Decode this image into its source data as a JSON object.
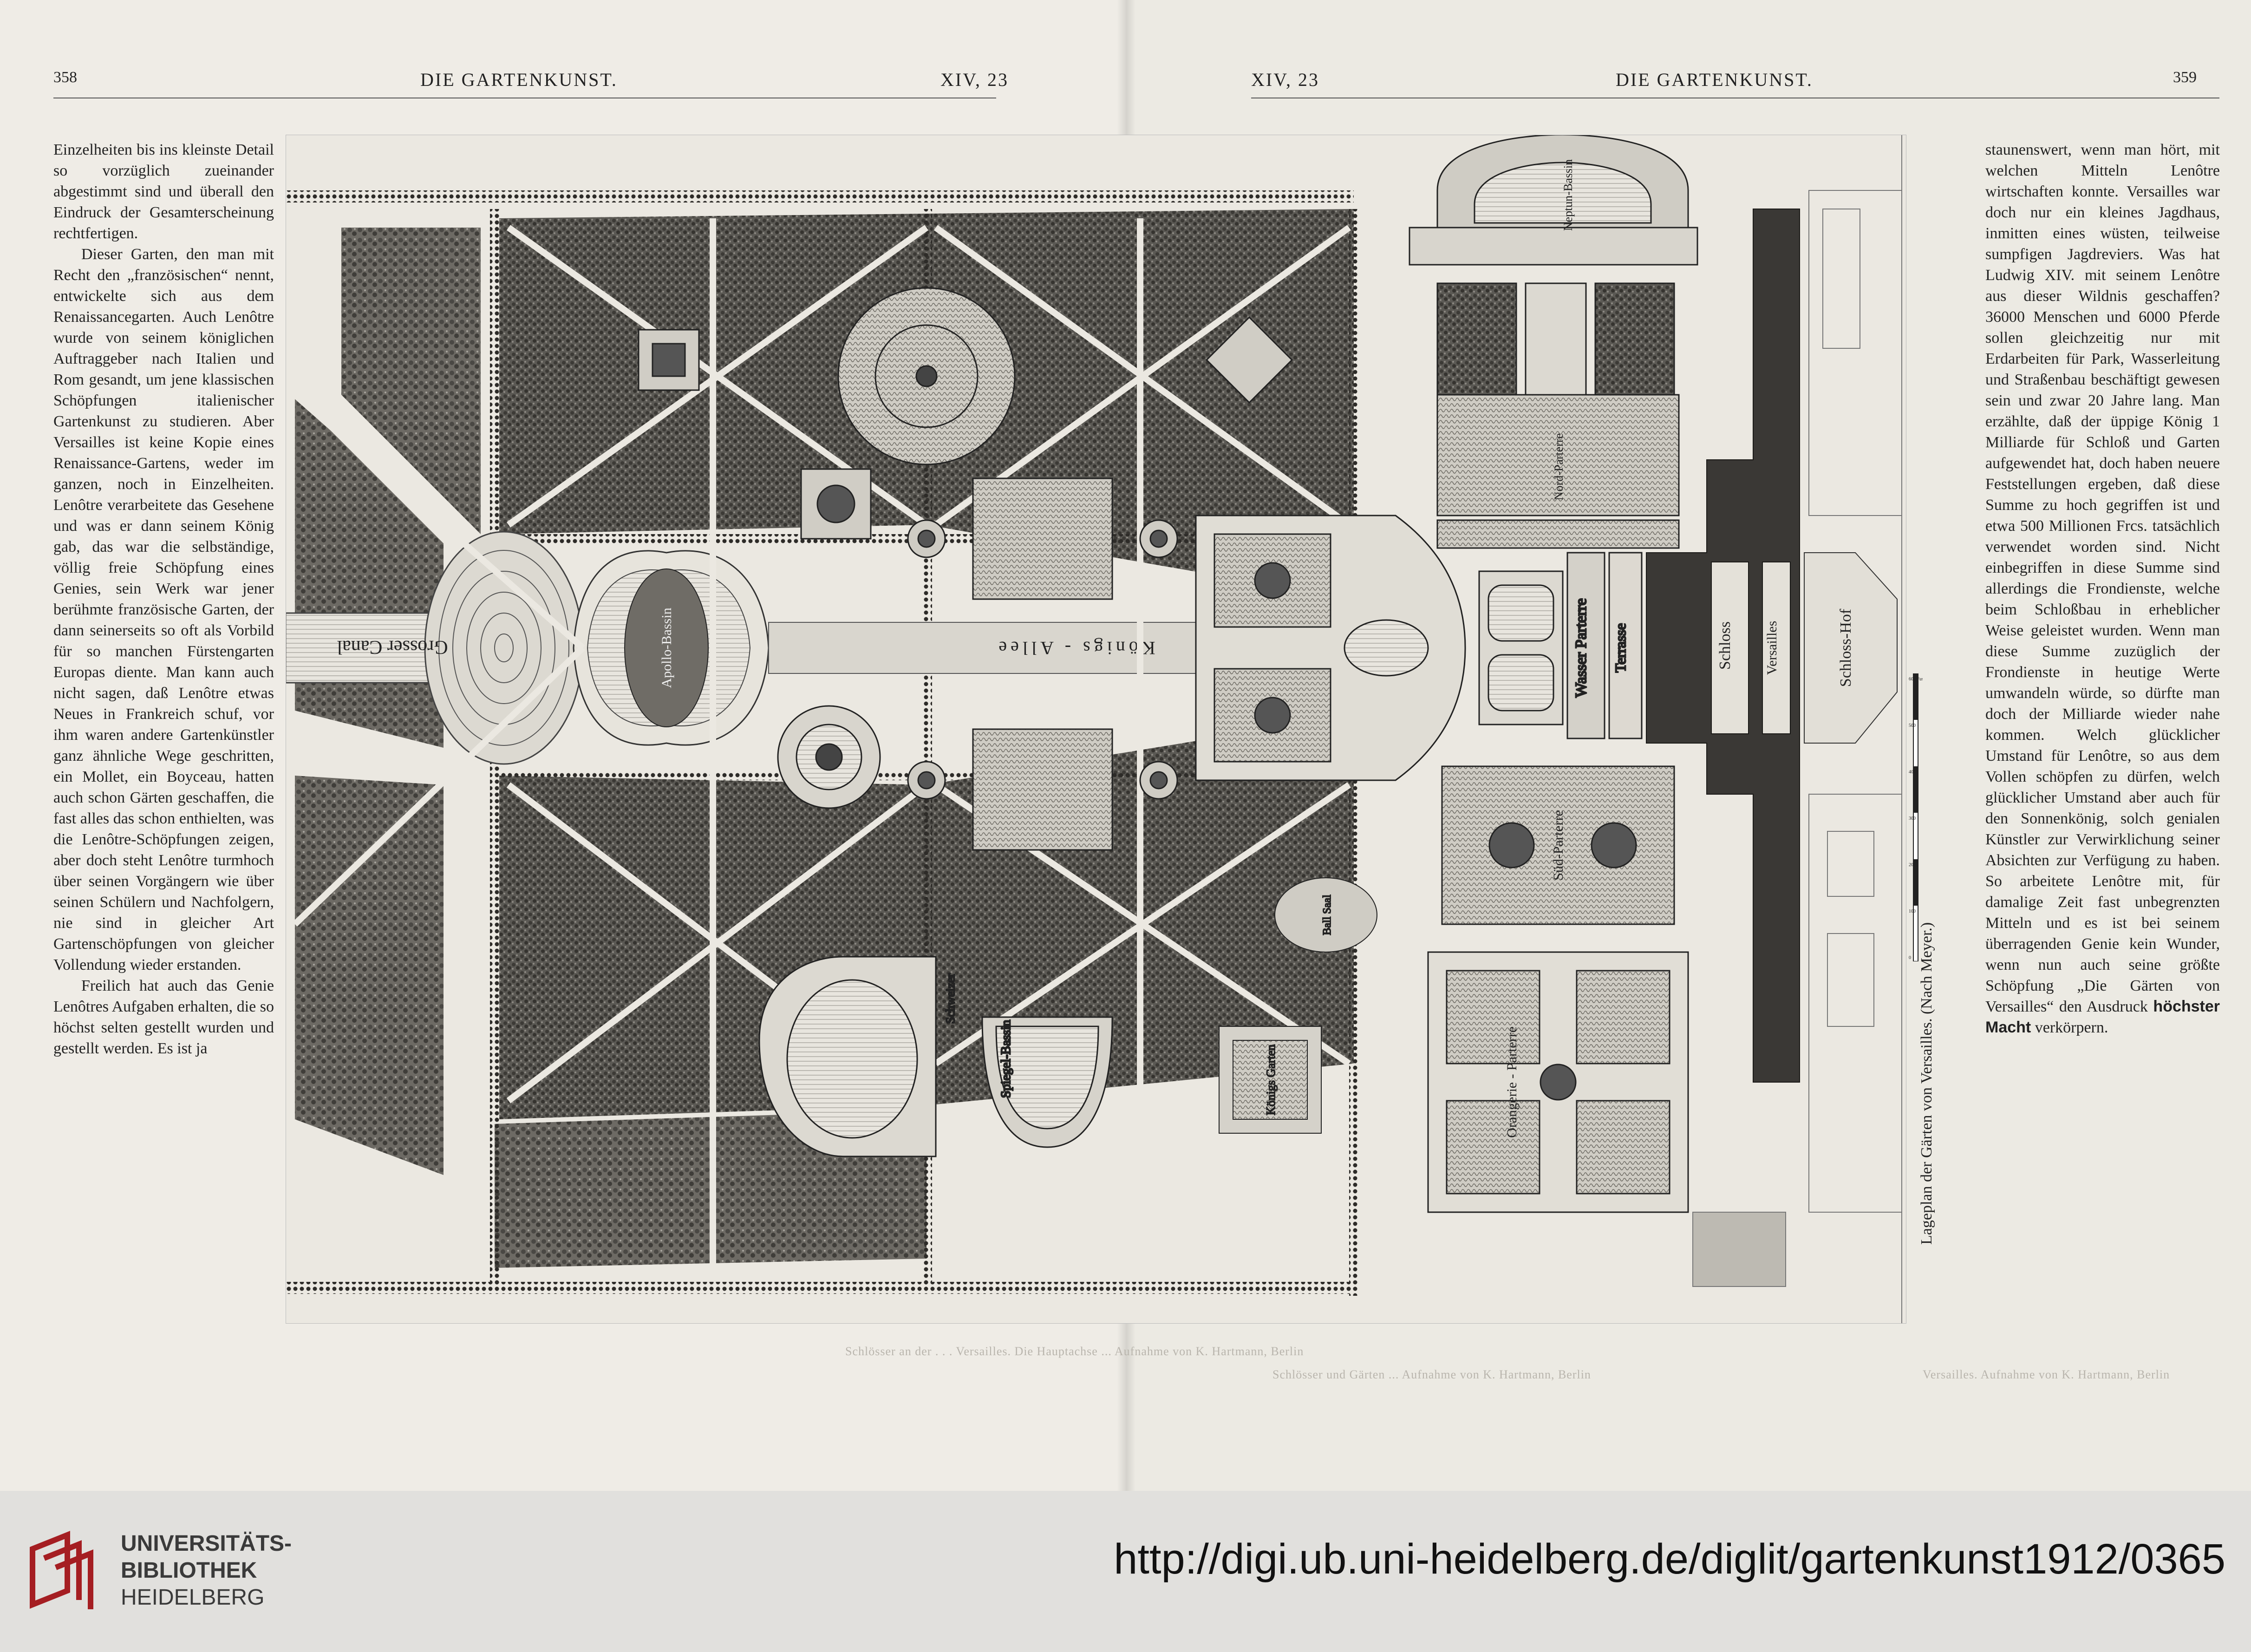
{
  "left_page": {
    "page_number": "358",
    "journal": "DIE GARTENKUNST.",
    "issue": "XIV, 23",
    "paragraphs": [
      "Einzelheiten bis ins kleinste Detail so vorzüglich zueinander abgestimmt sind und überall den Eindruck der Gesamterscheinung rechtfertigen.",
      "Dieser Garten, den man mit Recht den „französischen“ nennt, entwickelte sich aus dem Renaissancegarten. Auch Lenôtre wurde von seinem königlichen Auftraggeber nach Italien und Rom gesandt, um jene klassischen Schöpfungen italienischer Gartenkunst zu studieren. Aber Versailles ist keine Kopie eines Renaissance-Gartens, weder im ganzen, noch in Einzelheiten. Lenôtre verarbeitete das Gesehene und was er dann seinem König gab, das war die selbständige, völlig freie Schöpfung eines Genies, sein Werk war jener berühmte französische Garten, der dann seinerseits so oft als Vorbild für so manchen Fürstengarten Europas diente. Man kann auch nicht sagen, daß Lenôtre etwas Neues in Frankreich schuf, vor ihm waren andere Gartenkünstler ganz ähnliche Wege geschritten, ein Mollet, ein Boyceau, hatten auch schon Gärten geschaffen, die fast alles das schon enthielten, was die Lenôtre-Schöpfungen zeigen, aber doch steht Lenôtre turmhoch über seinen Vorgängern wie über seinen Schülern und Nachfolgern, nie sind in gleicher Art Gartenschöpfungen von gleicher Vollendung wieder erstanden.",
      "Freilich hat auch das Genie Lenôtres Aufgaben erhalten, die so höchst selten gestellt wurden und gestellt werden. Es ist ja"
    ]
  },
  "right_page": {
    "page_number": "359",
    "journal": "DIE GARTENKUNST.",
    "issue": "XIV, 23",
    "text_before_bold": "staunenswert, wenn man hört, mit welchen Mitteln Lenôtre wirtschaften konnte. Versailles war doch nur ein kleines Jagdhaus, inmitten eines wüsten, teilweise sumpfigen Jagdreviers. Was hat Ludwig XIV. mit seinem Lenôtre aus dieser Wildnis geschaffen? 36000 Menschen und 6000 Pferde sollen gleichzeitig nur mit Erdarbeiten für Park, Wasserleitung und Straßenbau beschäftigt gewesen sein und zwar 20 Jahre lang. Man erzählte, daß der üppige König 1 Milliarde für Schloß und Garten aufgewendet hat, doch haben neuere Feststellungen ergeben, daß diese Summe zu hoch gegriffen ist und etwa 500 Millionen Frcs. tatsächlich verwendet worden sind. Nicht einbegriffen in diese Summe sind allerdings die Frondienste, welche beim Schloßbau in erheblicher Weise geleistet wurden. Wenn man diese Summe zuzüglich der Frondienste in heutige Werte umwandeln würde, so dürfte man doch der Milliarde wieder nahe kommen. Welch glücklicher Umstand für Lenôtre, so aus dem Vollen schöpfen zu dürfen, welch glücklicher Umstand aber auch für den Sonnenkönig, solch genialen Künstler zur Verwirklichung seiner Absichten zur Verfügung zu haben. So arbeitete Lenôtre mit, für damalige Zeit fast unbegrenzten Mitteln und es ist bei seinem überragenden Genie kein Wunder, wenn nun auch seine größte Schöpfung „Die Gärten von Versailles“ den Ausdruck",
    "bold_text": "höchster Macht",
    "text_after_bold": "verkörpern."
  },
  "plan": {
    "caption": "Lageplan der Gärten von Versailles. (Nach Meyer.)",
    "scale_unit": "Fuss",
    "scale_ticks": [
      "0",
      "100",
      "200",
      "300",
      "400",
      "500",
      "600 Fuss"
    ],
    "labels": {
      "grosser_canal": "Grosser Canal",
      "apollo_bassin": "Apollo-Bassin",
      "koenigs_allee": "Königs - Allee",
      "wasser_parterre": "Wasser Parterre",
      "terrasse": "Terrasse",
      "schloss": "Schloss",
      "versailles": "Versailles",
      "schloss_hof": "Schloss-Hof",
      "sued_parterre": "Süd-Parterre",
      "orangerie_parterre": "Orangerie - Parterre",
      "neptun_bassin": "Neptun-Bassin",
      "nord_parterre": "Nord-Parterre",
      "ball_saal": "Ball Saal",
      "koenigs_garten": "Königs Garten",
      "spiegel_bassin": "Spiegel-Bassin",
      "schweizer": "Schweizer"
    }
  },
  "bottom_captions": {
    "left": "Schlösser an der . . . Versailles. Die Hauptachse ... Aufnahme von K. Hartmann, Berlin",
    "center": "Schlösser und Gärten ... Aufnahme von K. Hartmann, Berlin",
    "right": "Versailles. Aufnahme von K. Hartmann, Berlin"
  },
  "footer": {
    "institution_line1": "UNIVERSITÄTS-",
    "institution_line2": "BIBLIOTHEK",
    "institution_line3": "HEIDELBERG",
    "url": "http://digi.ub.uni-heidelberg.de/diglit/gartenkunst1912/0365",
    "logo_color": "#a51e22"
  }
}
